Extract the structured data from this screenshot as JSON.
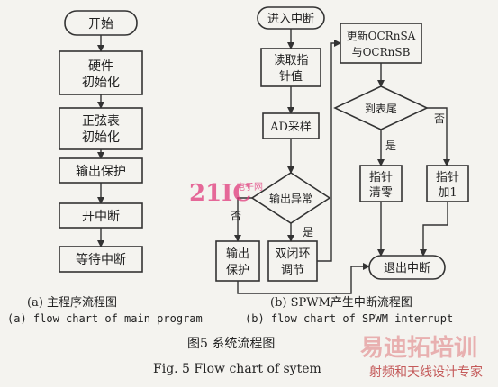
{
  "left_flow": {
    "nodes": [
      "开始",
      "硬件\n初始化",
      "正弦表\n初始化",
      "输出保护",
      "开中断",
      "等待中断"
    ]
  },
  "right_flow": {
    "start": "进入中断",
    "read": "读取指\n针值",
    "ad": "AD采样",
    "decision_abnormal": "输出异常",
    "no_label": "否",
    "yes_label": "是",
    "protect": "输出\n保护",
    "closed_loop": "双闭环\n调节",
    "update": "更新OCRnSA\n与OCRnSB",
    "decision_tail": "到表尾",
    "yes_label2": "是",
    "no_label2": "否",
    "clear": "指针\n清零",
    "inc": "指针\n加1",
    "exit": "退出中断"
  },
  "captions": {
    "a_cn": "(a) 主程序流程图",
    "a_en": "(a) flow chart of main program",
    "b_cn": "(b) SPWM产生中断流程图",
    "b_en": "(b) flow chart of SPWM interrupt",
    "fig_cn": "图5  系统流程图",
    "fig_en": "Fig. 5   Flow chart of sytem"
  },
  "watermarks": {
    "w1": "21IC",
    "w1_sub": "电子网",
    "w2": "易迪拓培训",
    "w3": "射频和天线设计专家"
  }
}
